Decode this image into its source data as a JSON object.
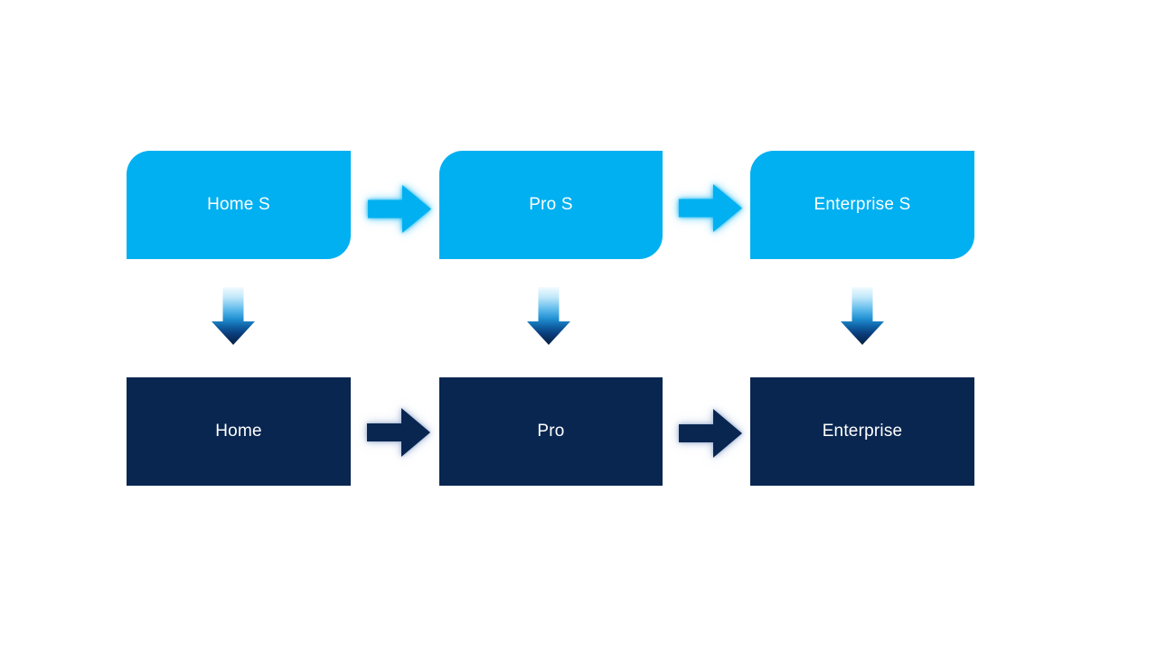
{
  "page": {
    "background": "#ffffff"
  },
  "diagram": {
    "type": "flow",
    "rows": [
      {
        "name": "top-row",
        "shape": "round-diagonal-corner-rectangle",
        "fill": "#00b0f0",
        "text_color": "#ffffff",
        "nodes": [
          {
            "label": "Home S"
          },
          {
            "label": "Pro S"
          },
          {
            "label": "Enterprise S"
          }
        ]
      },
      {
        "name": "bottom-row",
        "shape": "rectangle",
        "fill": "#082650",
        "text_color": "#ffffff",
        "nodes": [
          {
            "label": "Home"
          },
          {
            "label": "Pro"
          },
          {
            "label": "Enterprise"
          }
        ]
      }
    ],
    "connections": {
      "top_row_right_arrows": 2,
      "bottom_row_right_arrows": 2,
      "down_arrows": 3
    },
    "colors": {
      "light_blue": "#00b0f0",
      "dark_navy": "#082650",
      "light_arrow_glow": "#7fd6f8",
      "dark_arrow_glow": "#aebfd9",
      "down_arrow_gradient_top": "#f2fbff",
      "down_arrow_gradient_mid": "#2090d2",
      "down_arrow_gradient_bottom": "#07203f"
    }
  }
}
